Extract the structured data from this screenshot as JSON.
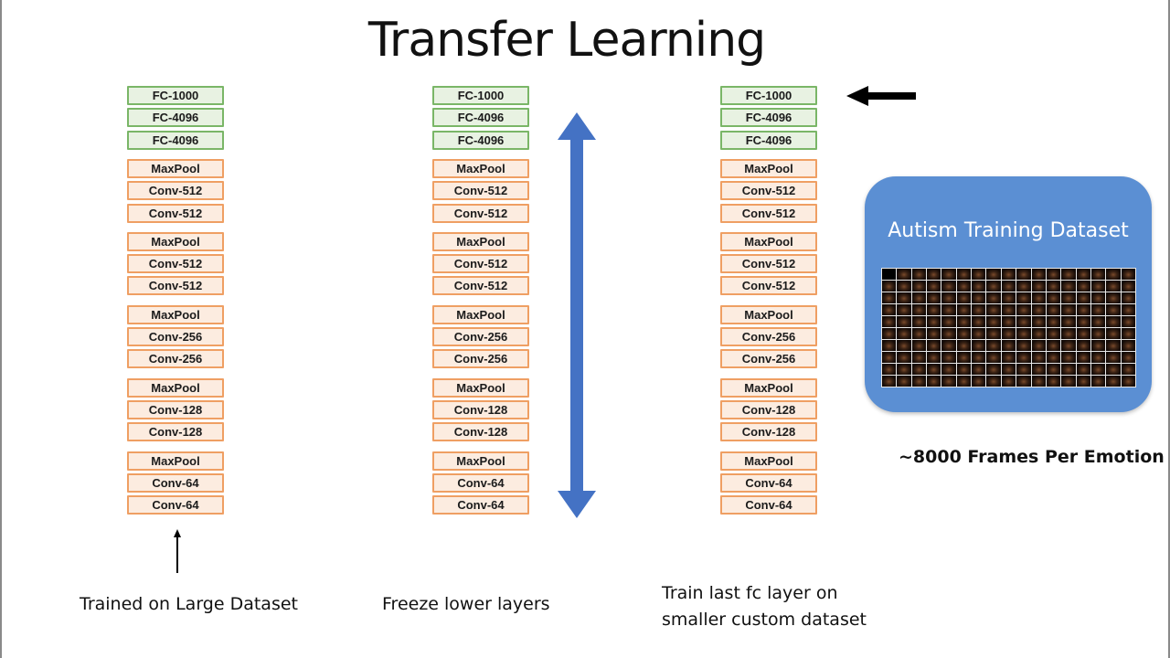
{
  "title": "Transfer Learning",
  "layers": [
    {
      "label": "FC-1000",
      "kind": "fc"
    },
    {
      "label": "FC-4096",
      "kind": "fc"
    },
    {
      "label": "FC-4096",
      "kind": "fc"
    },
    {
      "label": "MaxPool",
      "kind": "conv"
    },
    {
      "label": "Conv-512",
      "kind": "conv"
    },
    {
      "label": "Conv-512",
      "kind": "conv"
    },
    {
      "label": "MaxPool",
      "kind": "conv"
    },
    {
      "label": "Conv-512",
      "kind": "conv"
    },
    {
      "label": "Conv-512",
      "kind": "conv"
    },
    {
      "label": "MaxPool",
      "kind": "conv"
    },
    {
      "label": "Conv-256",
      "kind": "conv"
    },
    {
      "label": "Conv-256",
      "kind": "conv"
    },
    {
      "label": "MaxPool",
      "kind": "conv"
    },
    {
      "label": "Conv-128",
      "kind": "conv"
    },
    {
      "label": "Conv-128",
      "kind": "conv"
    },
    {
      "label": "MaxPool",
      "kind": "conv"
    },
    {
      "label": "Conv-64",
      "kind": "conv"
    },
    {
      "label": "Conv-64",
      "kind": "conv"
    }
  ],
  "columns": [
    {
      "name": "pretrained",
      "caption_lines": [
        "Trained on Large Dataset"
      ]
    },
    {
      "name": "frozen",
      "caption_lines": [
        "Freeze lower layers"
      ]
    },
    {
      "name": "finetune",
      "caption_lines": [
        "Train last fc layer on",
        "smaller custom dataset"
      ]
    }
  ],
  "dataset": {
    "title": "Autism Training Dataset",
    "grid_columns": 17,
    "grid_rows": 10,
    "note": "~8000 Frames Per Emotion"
  },
  "colors": {
    "fc_border": "#7ab667",
    "conv_border": "#ef9f63",
    "freeze_arrow": "#4472c4",
    "dataset_card": "#5b8fd3"
  }
}
